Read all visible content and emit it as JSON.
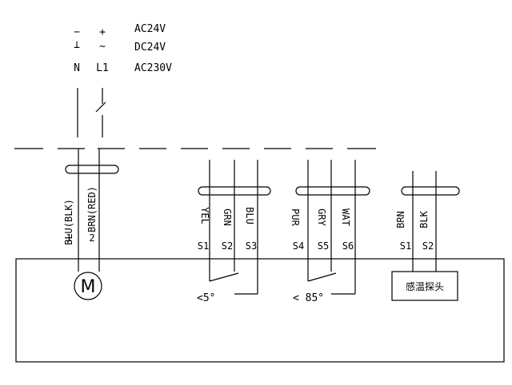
{
  "supply": {
    "col_a": [
      "⊥",
      "−",
      "N"
    ],
    "col_b": [
      "+",
      "~",
      "L1"
    ],
    "col_c": [
      "AC24V",
      "DC24V",
      "AC230V"
    ]
  },
  "motor": {
    "wires": [
      "BLU(BLK)",
      "BRN(RED)"
    ],
    "numbers": [
      "1",
      "2"
    ],
    "symbol": "M"
  },
  "switch1": {
    "wires": [
      "YEL",
      "GRN",
      "BLU"
    ],
    "terminals": [
      "S1",
      "S2",
      "S3"
    ],
    "label": "<5°"
  },
  "switch2": {
    "wires": [
      "PUR",
      "GRY",
      "WAT"
    ],
    "terminals": [
      "S4",
      "S5",
      "S6"
    ],
    "label": "< 85°"
  },
  "sensor": {
    "wires": [
      "BRN",
      "BLK"
    ],
    "terminals": [
      "S1",
      "S2"
    ],
    "label": "感温探头"
  }
}
